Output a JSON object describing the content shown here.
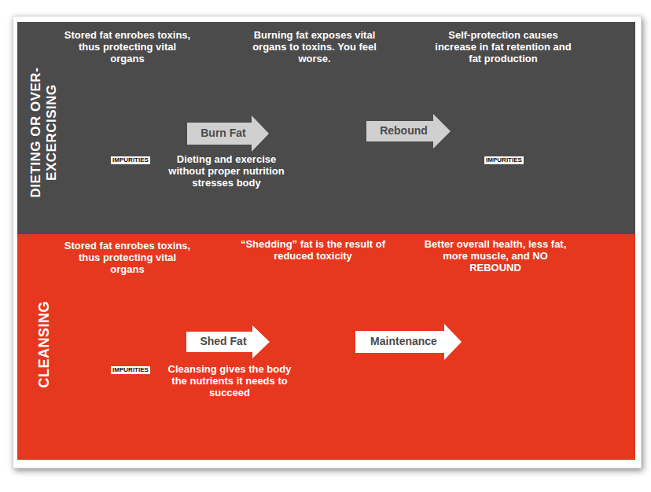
{
  "diagram": {
    "nodes": [
      {
        "text": [
          "DIETING OR OVER- EXCERCISING"
        ]
      },
      {
        "text": [
          "Burn Fat"
        ],
        "in": 0
      },
      {
        "text": [
          "Rebound"
        ],
        "in": 0
      },
      {
        "text": [
          "CLEANSING"
        ]
      },
      {
        "text": [
          "Shed Fat"
        ],
        "in": 3
      },
      {
        "text": [
          "Maintenance"
        ],
        "in": 3
      }
    ],
    "labels": [
      "Stored fat enrobes toxins, thus protecting vital organs",
      "Burning fat exposes vital organs to toxins. You feel worse.",
      "Self-protection causes increase in fat retention and fat production",
      "Dieting and exercise without proper nutrition stresses body",
      "IMPURITIES",
      "IMPURITIES",
      "Stored fat enrobes toxins, thus protecting vital organs",
      "“Shedding” fat is the result of reduced toxicity",
      "Better overall health, less fat, more muscle, and NO REBOUND",
      "Cleansing gives the body the nutrients it needs to succeed",
      "IMPURITIES"
    ]
  }
}
